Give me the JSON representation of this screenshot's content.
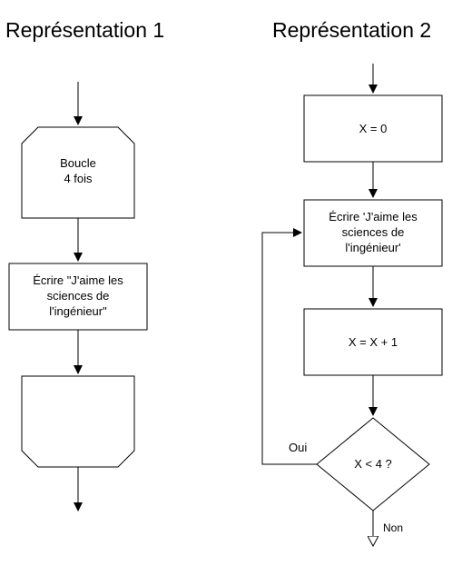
{
  "titles": {
    "left": "Représentation 1",
    "right": "Représentation 2"
  },
  "rep1": {
    "loop_start": [
      "Boucle",
      "4 fois"
    ],
    "action": [
      "Écrire \"J'aime les",
      "sciences de",
      "l'ingénieur\""
    ]
  },
  "rep2": {
    "init": "X = 0",
    "action": [
      "Écrire 'J'aime les",
      "sciences de",
      "l'ingénieur'"
    ],
    "increment": "X = X + 1",
    "condition": "X < 4 ?",
    "yes_label": "Oui",
    "no_label": "Non"
  },
  "colors": {
    "stroke": "#000000",
    "fill": "#ffffff",
    "text": "#000000"
  }
}
